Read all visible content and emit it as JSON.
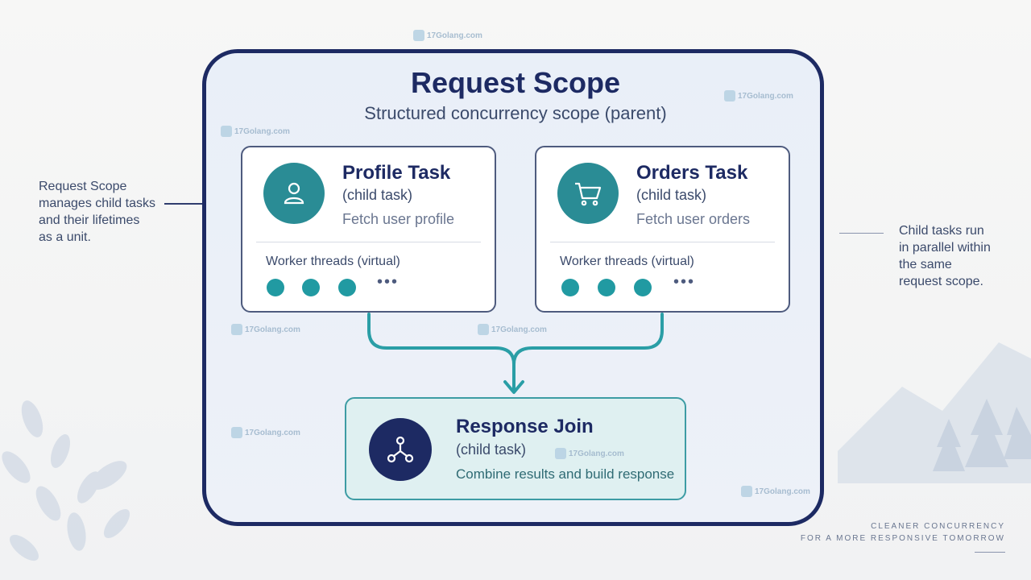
{
  "scope": {
    "title": "Request Scope",
    "subtitle": "Structured concurrency scope (parent)"
  },
  "left_note": "Request Scope\nmanages child tasks\nand their lifetimes\nas a unit.",
  "right_note": "Child tasks run\nin parallel within\nthe same\nrequest scope.",
  "tasks": [
    {
      "title": "Profile Task",
      "subtitle": "(child task)",
      "description": "Fetch user profile",
      "threads_label": "Worker threads (virtual)",
      "ellipsis": "•••",
      "icon": "user-icon"
    },
    {
      "title": "Orders Task",
      "subtitle": "(child task)",
      "description": "Fetch user orders",
      "threads_label": "Worker threads (virtual)",
      "ellipsis": "•••",
      "icon": "cart-icon"
    }
  ],
  "join": {
    "title": "Response Join",
    "subtitle": "(child task)",
    "description": "Combine results and build response",
    "icon": "merge-icon"
  },
  "watermark": "17Golang.com",
  "tagline": {
    "line1": "CLEANER CONCURRENCY",
    "line2": "FOR A MORE RESPONSIVE TOMORROW"
  },
  "colors": {
    "navy": "#1d2a63",
    "teal": "#2a8c95",
    "dot": "#219aa2",
    "join_bg": "#dff0f1"
  }
}
